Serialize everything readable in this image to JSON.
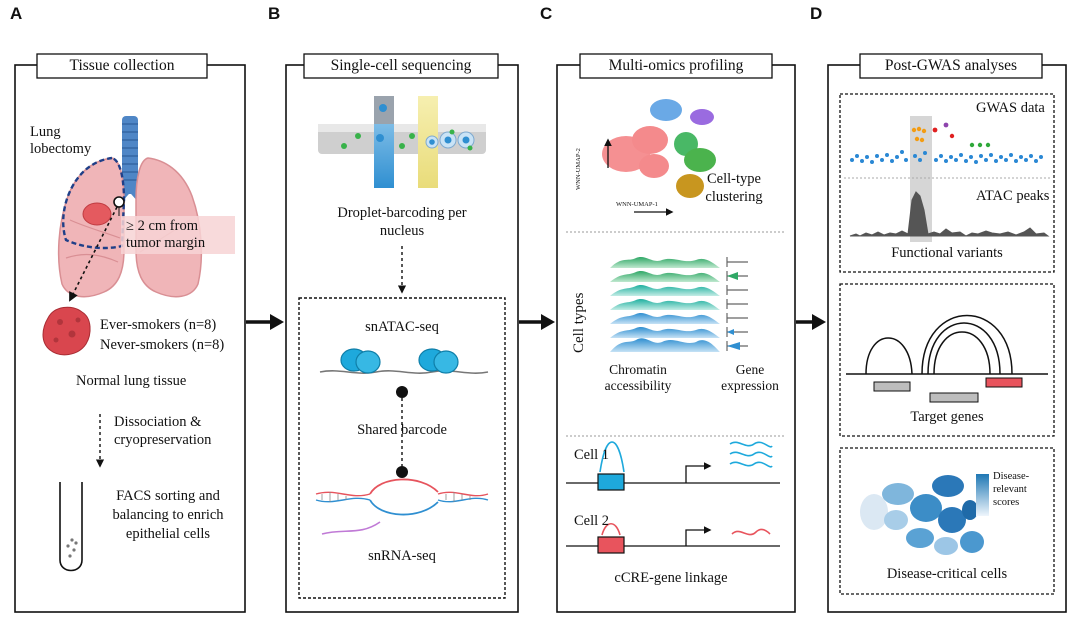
{
  "panels": [
    {
      "letter": "A",
      "title": "Tissue collection"
    },
    {
      "letter": "B",
      "title": "Single-cell sequencing"
    },
    {
      "letter": "C",
      "title": "Multi-omics profiling"
    },
    {
      "letter": "D",
      "title": "Post-GWAS analyses"
    }
  ],
  "panel_a": {
    "lung_lobectomy": "Lung lobectomy",
    "margin_note": "≥ 2 cm from tumor margin",
    "ever_smokers": "Ever-smokers (n=8)",
    "never_smokers": "Never-smokers (n=8)",
    "normal_tissue": "Normal lung tissue",
    "dissociation": "Dissociation & cryopreservation",
    "facs": "FACS sorting and balancing to enrich epithelial cells"
  },
  "panel_b": {
    "droplet": "Droplet-barcoding per nucleus",
    "snatac": "snATAC-seq",
    "shared_barcode": "Shared barcode",
    "snrna": "snRNA-seq"
  },
  "panel_c": {
    "umap_y": "WNN-UMAP-2",
    "umap_x": "WNN-UMAP-1",
    "clustering": "Cell-type clustering",
    "cell_types": "Cell types",
    "chromatin": "Chromatin accessibility",
    "gene_expression": "Gene expression",
    "cell1": "Cell 1",
    "cell2": "Cell 2",
    "linkage": "cCRE-gene linkage"
  },
  "panel_d": {
    "gwas": "GWAS data",
    "atac_peaks": "ATAC peaks",
    "functional": "Functional variants",
    "target_genes": "Target genes",
    "disease_relevant": "Disease-relevant scores",
    "disease_critical": "Disease-critical cells"
  },
  "colors": {
    "lung_pink": "#f0b5b8",
    "lung_edge": "#d98f94",
    "trachea_blue": "#4f86c6",
    "tissue_red": "#d9464e",
    "ribbon_green": "#2fa866",
    "ribbon_blue": "#2f8fd1",
    "cyan": "#1ea9dc",
    "cre_red": "#e8545d",
    "gwas_blue": "#2a88d4",
    "dark_gray": "#555555"
  }
}
